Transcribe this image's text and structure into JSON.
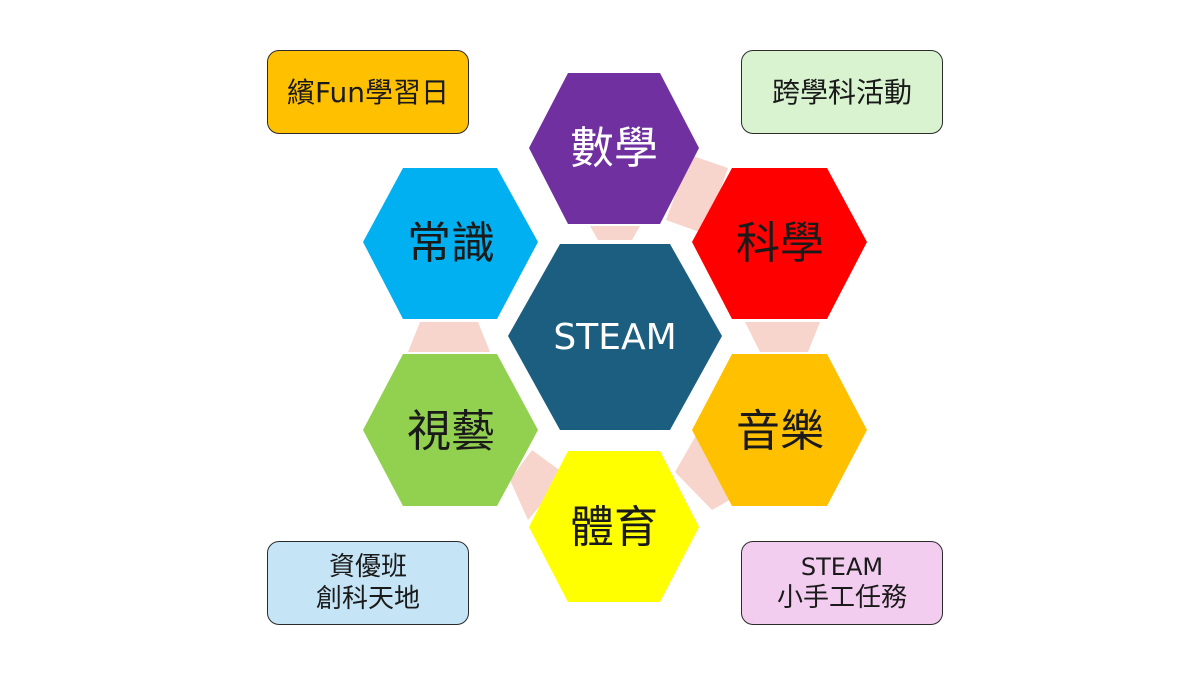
{
  "center": {
    "label": "STEAM",
    "color": "#1b5e80"
  },
  "subjects": [
    {
      "id": "math",
      "label": "數學",
      "color": "#7030a0",
      "text_color": "#ffffff"
    },
    {
      "id": "science",
      "label": "科學",
      "color": "#ff0000",
      "text_color": "#1a1a1a"
    },
    {
      "id": "music",
      "label": "音樂",
      "color": "#ffc000",
      "text_color": "#1a1a1a"
    },
    {
      "id": "pe",
      "label": "體育",
      "color": "#ffff00",
      "text_color": "#1a1a1a"
    },
    {
      "id": "art",
      "label": "視藝",
      "color": "#92d050",
      "text_color": "#1a1a1a"
    },
    {
      "id": "gs",
      "label": "常識",
      "color": "#00b0f0",
      "text_color": "#1a1a1a"
    }
  ],
  "connector_color": "#f8d5cc",
  "corner_boxes": {
    "top_left": {
      "lines": [
        "繽Fun學習日"
      ]
    },
    "top_right": {
      "lines": [
        "跨學科活動"
      ]
    },
    "bottom_left": {
      "lines": [
        "資優班",
        "創科天地"
      ]
    },
    "bottom_right": {
      "lines": [
        "STEAM",
        "小手工任務"
      ]
    }
  }
}
